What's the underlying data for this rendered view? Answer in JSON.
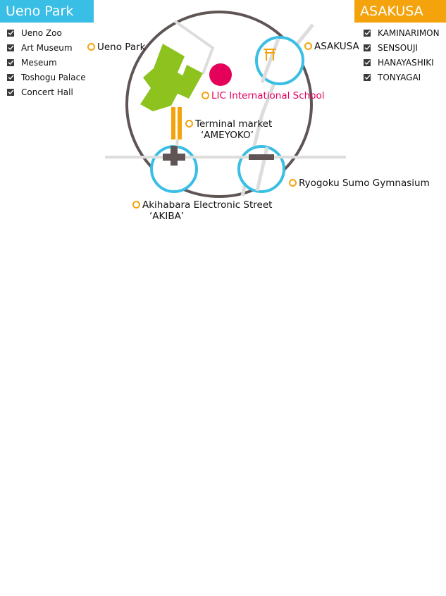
{
  "left_panel": {
    "title": "Ueno Park",
    "items": [
      "Ueno Zoo",
      "Art Museum",
      "Meseum",
      "Toshogu Palace",
      "Concert Hall"
    ]
  },
  "right_panel": {
    "title": "ASAKUSA",
    "items": [
      "KAMINARIMON",
      "SENSOUJI",
      "HANAYASHIKI",
      "TONYAGAI"
    ]
  },
  "map_labels": {
    "ueno_park": "Ueno Park",
    "asakusa": "ASAKUSA",
    "lic_school": "LIC International School",
    "terminal_market": "Terminal market",
    "terminal_market_sub": "‘AMEYOKO’",
    "ryogoku": "Ryogoku Sumo Gymnasium",
    "akihabara": "Akihabara Electronic Street",
    "akihabara_sub": "‘AKIBA’"
  },
  "icons": {
    "check": "check-icon",
    "marker": "location-marker-icon",
    "torii": "torii-gate-icon"
  },
  "colors": {
    "ueno_header": "#39bee6",
    "asakusa_header": "#f5a30d",
    "park_green": "#8dc21f",
    "school_pink": "#e5005a",
    "station_ring": "#39bee6",
    "marker_orange": "#f5a30d",
    "loop_line": "#5f5555"
  }
}
